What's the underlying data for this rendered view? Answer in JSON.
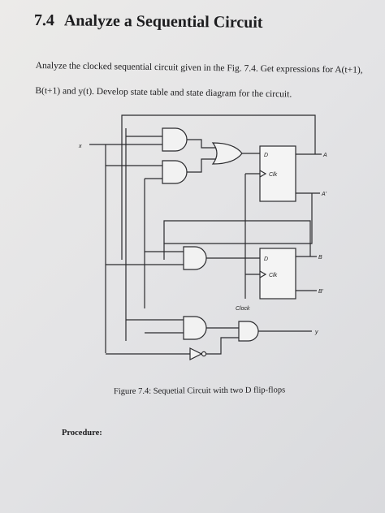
{
  "section": {
    "number": "7.4",
    "title": "Analyze a Sequential Circuit"
  },
  "intro": {
    "line1": "Analyze the clocked sequential circuit given in the Fig. 7.4. Get expressions for A(t+1),",
    "line2": "B(t+1) and y(t). Develop state table and state diagram for the circuit."
  },
  "circuit": {
    "labels": {
      "x": "x",
      "clock": "Clock",
      "ffA_d": "D",
      "ffA_clk": "Clk",
      "ffB_d": "D",
      "ffB_clk": "Clk",
      "A": "A",
      "A_not": "A'",
      "B": "B",
      "B_not": "B'",
      "y": "y"
    }
  },
  "caption": "Figure 7.4: Sequetial Circuit with two D flip-flops",
  "procedure_label": "Procedure:"
}
